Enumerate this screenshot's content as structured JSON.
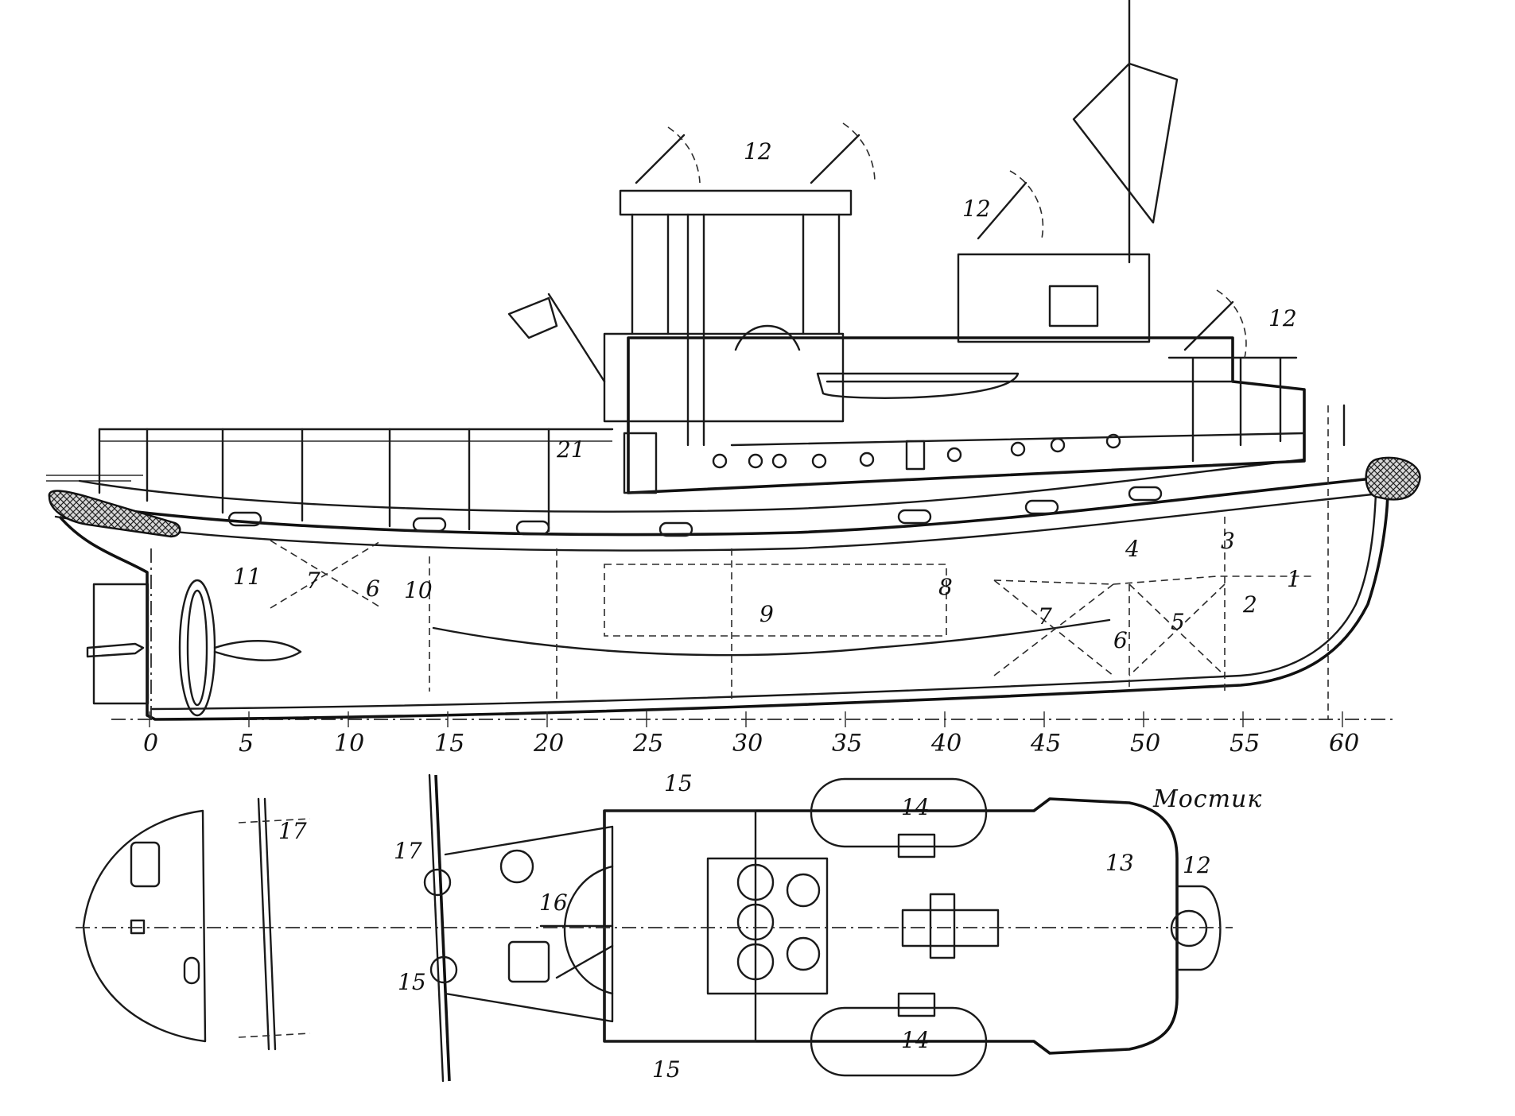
{
  "profile_view": {
    "frame_scale": [
      "0",
      "5",
      "10",
      "15",
      "20",
      "25",
      "30",
      "35",
      "40",
      "45",
      "50",
      "55",
      "60"
    ],
    "callouts": [
      "12",
      "12",
      "12",
      "21",
      "11",
      "7",
      "6",
      "10",
      "9",
      "8",
      "7",
      "6",
      "4",
      "3",
      "2",
      "1",
      "5"
    ]
  },
  "plan_view": {
    "bridge_label": "Мостик",
    "callouts": [
      "17",
      "17",
      "15",
      "16",
      "15",
      "15",
      "14",
      "14",
      "13",
      "12"
    ]
  }
}
